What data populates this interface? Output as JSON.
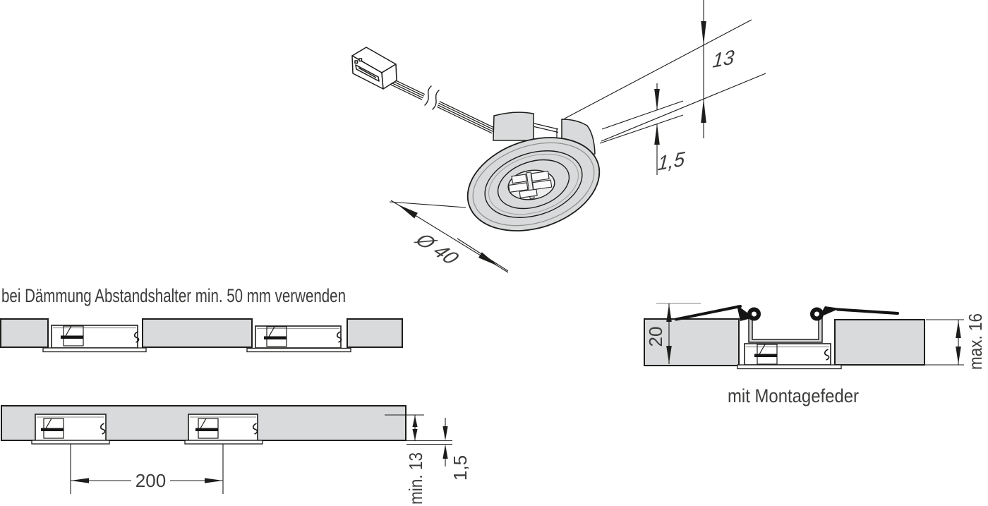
{
  "colors": {
    "background": "#ffffff",
    "drawing_fill_gray": "#d9dadb",
    "drawing_line": "#1d1d1b",
    "light_line": "#9d9d9c",
    "text": "#3c3c3b",
    "spring_black": "#141414"
  },
  "isometric_view": {
    "dim_height": "13",
    "dim_bezel": "1,5",
    "dim_diameter": "Ø 40"
  },
  "note": {
    "text": "bei Dämmung Abstandshalter min. 50 mm verwenden"
  },
  "section_solid_panel": {
    "dim_spacing": "200",
    "dim_min_thickness": "min. 13",
    "dim_flange": "1,5"
  },
  "section_mounting_spring": {
    "dim_grip": "20",
    "dim_max_thickness": "max. 16",
    "caption": "mit Montagefeder"
  }
}
